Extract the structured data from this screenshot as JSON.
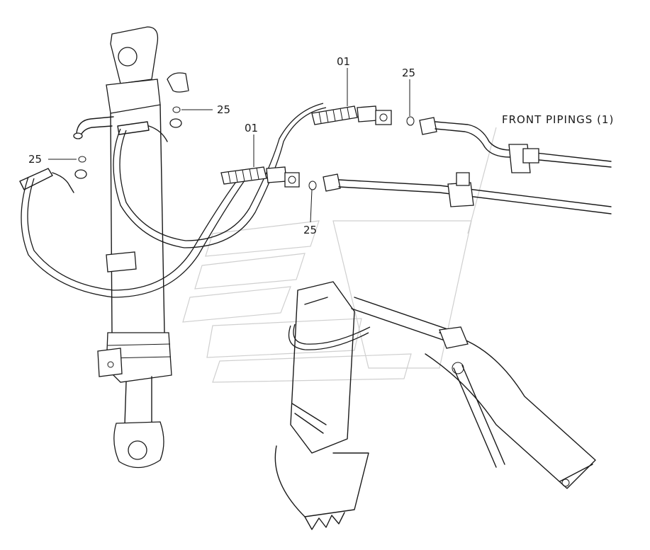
{
  "title": "FRONT PIPINGS (1)",
  "callouts": [
    {
      "id": "hose-upper",
      "text": "01"
    },
    {
      "id": "hose-lower",
      "text": "01"
    },
    {
      "id": "oring-top-center",
      "text": "25"
    },
    {
      "id": "oring-top-right",
      "text": "25"
    },
    {
      "id": "oring-left",
      "text": "25"
    },
    {
      "id": "oring-center",
      "text": "25"
    }
  ]
}
